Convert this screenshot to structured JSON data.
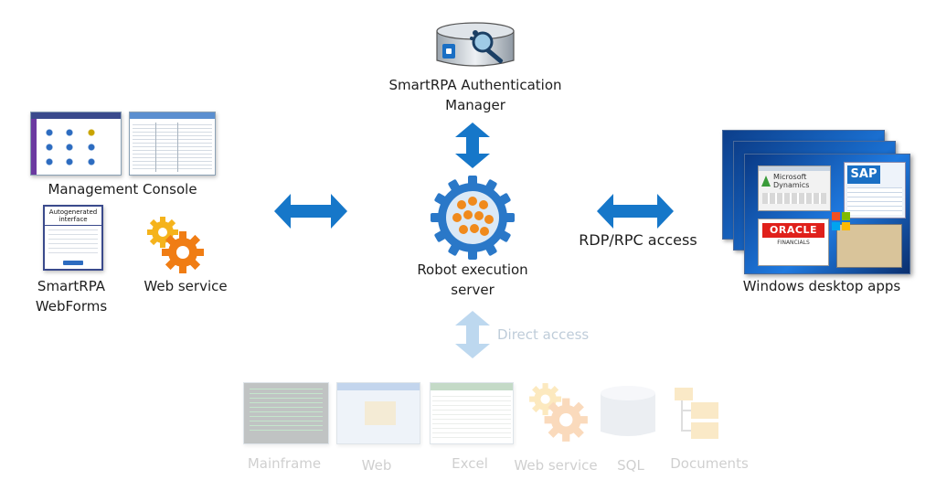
{
  "center": {
    "auth_manager": [
      "SmartRPA Authentication",
      "Manager"
    ],
    "robot_server": [
      "Robot execution",
      "server"
    ]
  },
  "left": {
    "management_console": "Management Console",
    "webforms": [
      "SmartRPA",
      "WebForms"
    ],
    "web_service": "Web service",
    "autogen_header": [
      "Autogenerated",
      "interface"
    ]
  },
  "right": {
    "rdp_label": "RDP/RPC access",
    "windows_apps": "Windows desktop apps",
    "apps": {
      "microsoft": [
        "Microsoft",
        "Dynamics"
      ],
      "sap": "SAP",
      "oracle": "ORACLE",
      "oracle_sub": "FINANCIALS"
    }
  },
  "bottom": {
    "direct_access": "Direct access",
    "targets": [
      "Mainframe",
      "Web",
      "Excel",
      "Web service",
      "SQL",
      "Documents"
    ]
  },
  "colors": {
    "arrow_blue": "#1677c9",
    "gear_blue": "#2a78c8",
    "gear_orange": "#f08a1c",
    "sap_blue": "#1a6fc4",
    "oracle_red": "#e0201b"
  }
}
